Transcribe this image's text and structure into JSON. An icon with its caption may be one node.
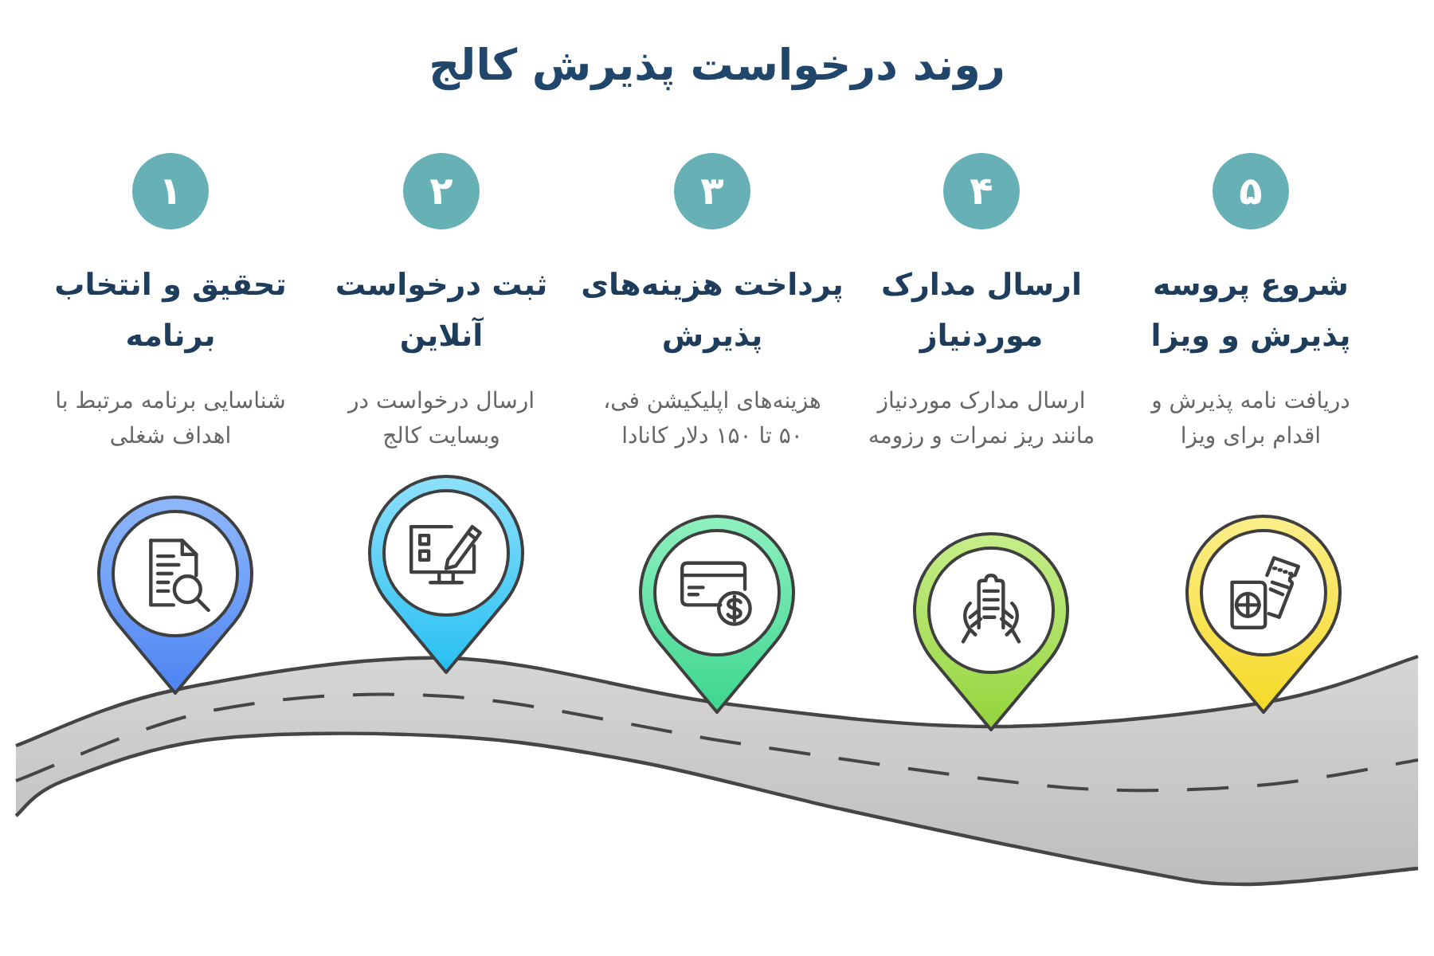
{
  "diagram": {
    "title": "روند درخواست پذیرش کالج",
    "nodes": [
      {
        "text": [
          "۱"
        ],
        "beside": [
          "تحقیق و انتخاب برنامه",
          "شناسایی برنامه مرتبط با اهداف شغلی"
        ]
      },
      {
        "text": [
          "۲"
        ],
        "beside": [
          "ثبت درخواست آنلاین",
          "ارسال درخواست در وبسایت کالج"
        ]
      },
      {
        "text": [
          "۳"
        ],
        "beside": [
          "پرداخت هزینه‌های پذیرش",
          "هزینه‌های اپلیکیشن فی، ۵۰ تا ۱۵۰ دلار کانادا"
        ]
      },
      {
        "text": [
          "۴"
        ],
        "beside": [
          "ارسال مدارک موردنیاز",
          "ارسال مدارک موردنیاز مانند ریز نمرات و رزومه"
        ]
      },
      {
        "text": [
          "۵"
        ],
        "beside": [
          "شروع پروسه پذیرش و ویزا",
          "دریافت نامه پذیرش و اقدام برای ویزا"
        ]
      }
    ]
  }
}
